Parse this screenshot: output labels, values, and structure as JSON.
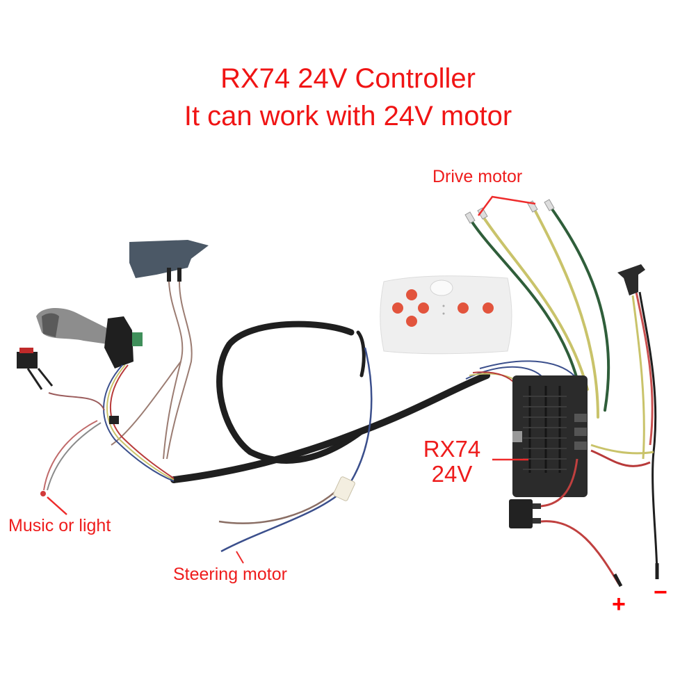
{
  "title": {
    "line1": "RX74  24V Controller",
    "line2": "It can work with 24V motor",
    "color": "#f01414"
  },
  "labels": {
    "drive_motor": "Drive motor",
    "music_or_light": "Music or light",
    "steering_motor": "Steering motor",
    "controller_model": "RX74",
    "controller_voltage": "24V",
    "positive_terminal": "+",
    "negative_terminal": "−"
  },
  "components": [
    {
      "name": "shifter-lever",
      "description": "gear shift lever with switch"
    },
    {
      "name": "push-button-switch",
      "description": "red push button switch"
    },
    {
      "name": "foot-pedal-switch",
      "description": "dark grey pedal switch"
    },
    {
      "name": "remote-control",
      "description": "white remote with 6 red buttons"
    },
    {
      "name": "control-box",
      "description": "RX74 24V controller box"
    },
    {
      "name": "power-switch",
      "description": "black power switch"
    },
    {
      "name": "battery-connector",
      "description": "connector on red/black leads"
    }
  ],
  "colors": {
    "label_red": "#ee1c1c",
    "wire_green": "#2f5e3a",
    "wire_yellow": "#c9c36a",
    "wire_red": "#b83a3a",
    "wire_blue": "#3b4f8c",
    "wire_brown": "#8a6e64",
    "cable_black": "#1f1f1f",
    "remote_white": "#eeeeee",
    "remote_button": "#e0533c"
  }
}
